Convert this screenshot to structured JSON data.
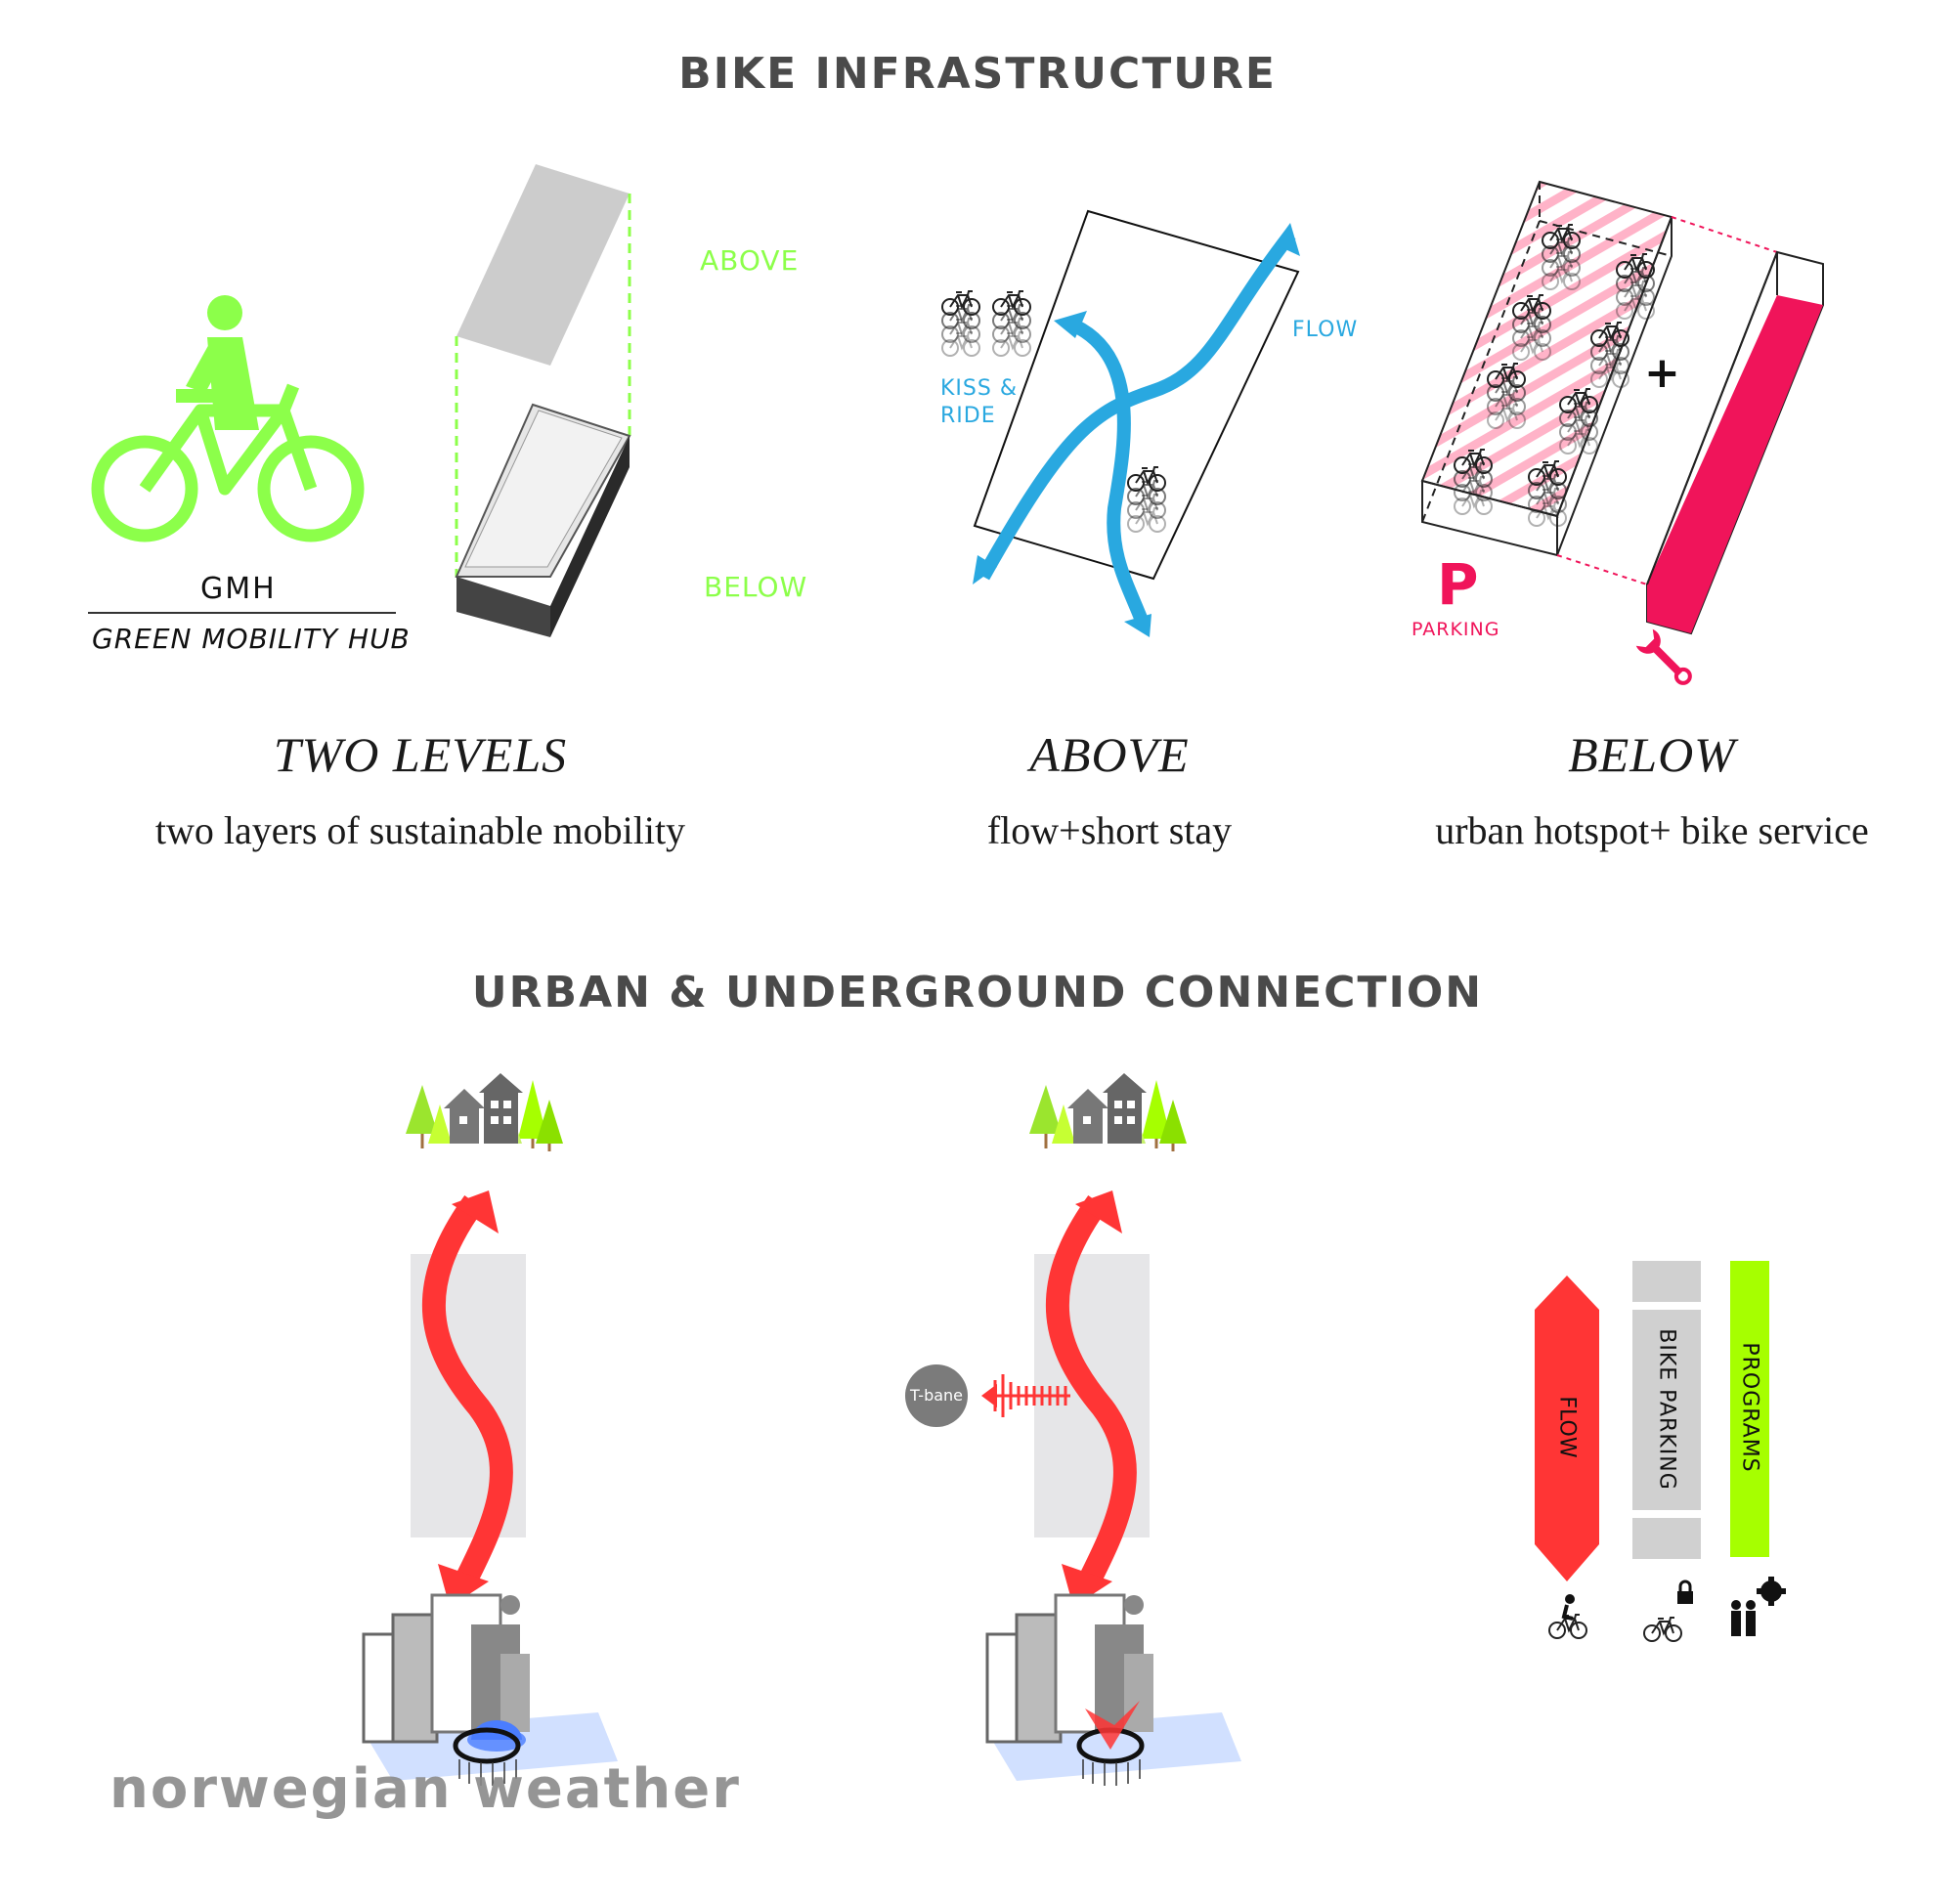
{
  "sections": {
    "top_title": "BIKE INFRASTRUCTURE",
    "bottom_title": "URBAN & UNDERGROUND CONNECTION"
  },
  "gmh": {
    "abbr": "GMH",
    "full": "GREEN MOBILITY HUB",
    "above": "ABOVE",
    "below": "BELOW"
  },
  "above_panel": {
    "kiss_ride_line1": "KISS &",
    "kiss_ride_line2": "RIDE",
    "flow": "FLOW"
  },
  "below_panel": {
    "parking_symbol": "P",
    "parking": "PARKING",
    "plus": "+"
  },
  "captions": [
    {
      "title": "TWO LEVELS",
      "subtitle": "two layers of sustainable mobility"
    },
    {
      "title": "ABOVE",
      "subtitle": "flow+short stay"
    },
    {
      "title": "BELOW",
      "subtitle": "urban hotspot+ bike service"
    }
  ],
  "connection": {
    "tbane": "T-bane",
    "weather": "norwegian weather"
  },
  "legend": {
    "flow": "FLOW",
    "bike_parking": "BIKE PARKING",
    "programs": "PROGRAMS"
  },
  "colors": {
    "green": "#8cff4a",
    "blue": "#29a8e0",
    "pink": "#f0145a",
    "red": "#ff3535",
    "lime": "#a6ff00",
    "grey_text": "#4a4a4a"
  },
  "icons": [
    "cyclist-icon",
    "bike-icon",
    "tree-house-icon",
    "city-icon",
    "wrench-icon",
    "lock-icon",
    "people-icon",
    "gear-icon"
  ]
}
